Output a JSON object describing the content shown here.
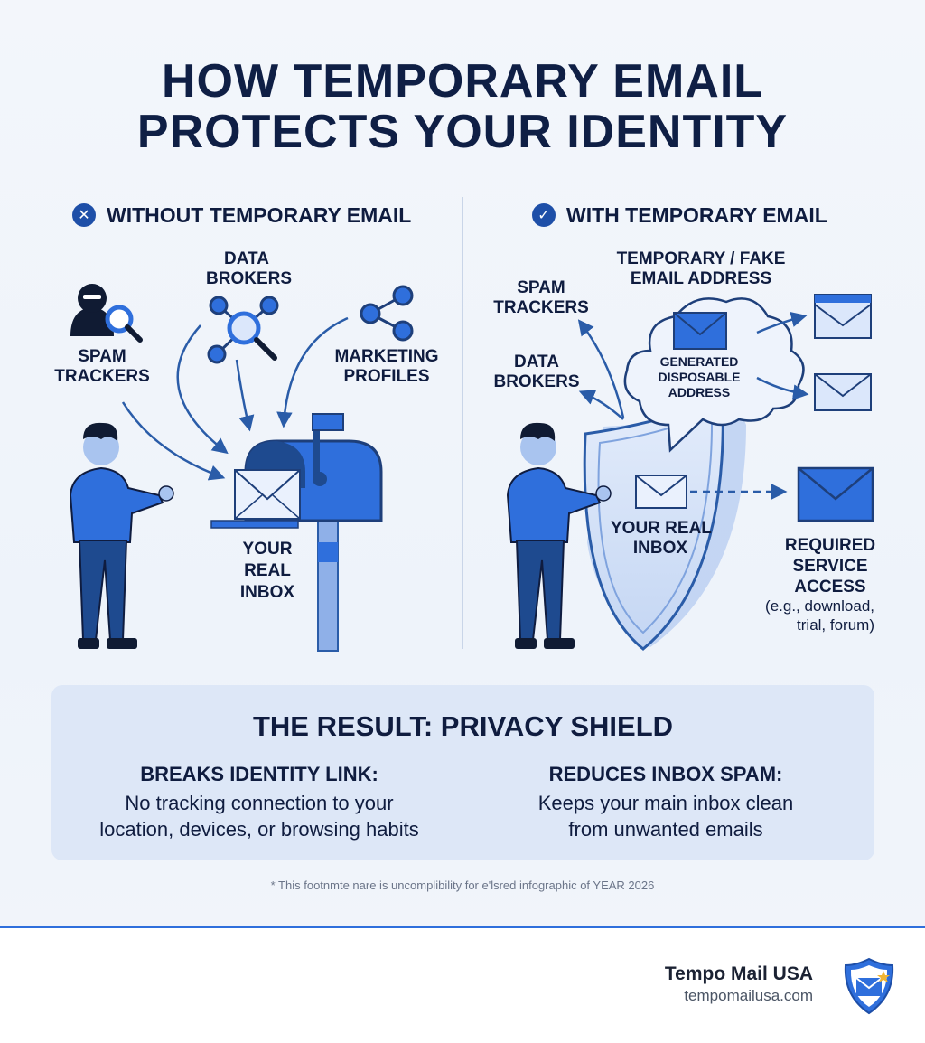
{
  "title": {
    "line1": "HOW TEMPORARY EMAIL",
    "line2": "PROTECTS YOUR IDENTITY"
  },
  "left": {
    "heading": "WITHOUT TEMPORARY EMAIL",
    "badge": "✕",
    "data_brokers": {
      "line1": "DATA",
      "line2": "BROKERS"
    },
    "spam_trackers": {
      "line1": "SPAM",
      "line2": "TRACKERS"
    },
    "marketing_profiles": {
      "line1": "MARKETING",
      "line2": "PROFILES"
    },
    "inbox": {
      "line1": "YOUR",
      "line2": "REAL",
      "line3": "INBOX"
    }
  },
  "right": {
    "heading": "WITH TEMPORARY EMAIL",
    "badge": "✓",
    "temp_address": {
      "line1": "TEMPORARY / FAKE",
      "line2": "EMAIL ADDRESS"
    },
    "spam_trackers": {
      "line1": "SPAM",
      "line2": "TRACKERS"
    },
    "data_brokers": {
      "line1": "DATA",
      "line2": "BROKERS"
    },
    "cloud": {
      "line1": "GENERATED",
      "line2": "DISPOSABLE",
      "line3": "ADDRESS"
    },
    "inbox": {
      "line1": "YOUR REAL",
      "line2": "INBOX"
    },
    "required": {
      "line1": "REQUIRED",
      "line2": "SERVICE",
      "line3": "ACCESS"
    },
    "required_note": {
      "line1": "(e.g., download,",
      "line2": "trial, forum)"
    }
  },
  "result": {
    "title": "THE RESULT: PRIVACY SHIELD",
    "col1": {
      "heading": "BREAKS IDENTITY LINK:",
      "line1": "No tracking connection to your",
      "line2": "location, devices, or browsing habits"
    },
    "col2": {
      "heading": "REDUCES INBOX SPAM:",
      "line1": "Keeps your main inbox clean",
      "line2": "from unwanted emails"
    }
  },
  "footnote": "* This footnmte nare is uncomplibility for e'lsred infographic of YEAR 2026",
  "brand": {
    "name": "Tempo Mail USA",
    "url": "tempomailusa.com"
  },
  "colors": {
    "navy": "#0f1f45",
    "blue": "#2f6fdc",
    "light_blue": "#cfe0fb",
    "result_bg": "#dde7f7"
  },
  "icons": [
    "close-icon",
    "check-icon",
    "hacker-icon",
    "magnifier-icon",
    "network-hub-icon",
    "share-icon",
    "mailbox-icon",
    "envelope-icon",
    "shield-icon",
    "cloud-icon",
    "brand-shield-icon"
  ]
}
